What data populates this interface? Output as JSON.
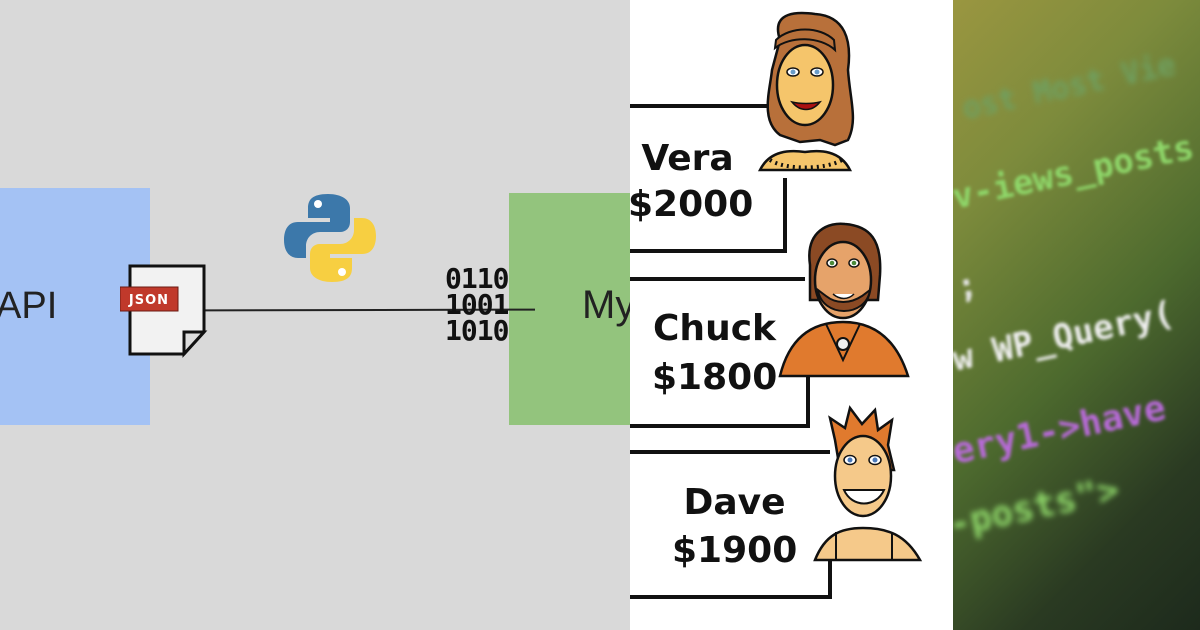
{
  "diagram": {
    "api_label": "API",
    "json_label": "JSON",
    "binary_rows": [
      "0110",
      "1001",
      "1010"
    ],
    "target_label": "My",
    "colors": {
      "background": "#d9d9d9",
      "api_box": "#a4c2f4",
      "target_box": "#93c47d",
      "json_tag": "#c0392b"
    },
    "icons": [
      "json-file-icon",
      "python-logo-icon"
    ]
  },
  "comic": {
    "people": [
      {
        "name": "Vera",
        "amount": "$2000"
      },
      {
        "name": "Chuck",
        "amount": "$1800"
      },
      {
        "name": "Dave",
        "amount": "$1900"
      }
    ]
  },
  "code_photo": {
    "lines": [
      "ost Most Vie",
      "v-iews_posts",
      ";",
      "w WP_Query(",
      "ery1->have",
      "-posts\">"
    ]
  }
}
